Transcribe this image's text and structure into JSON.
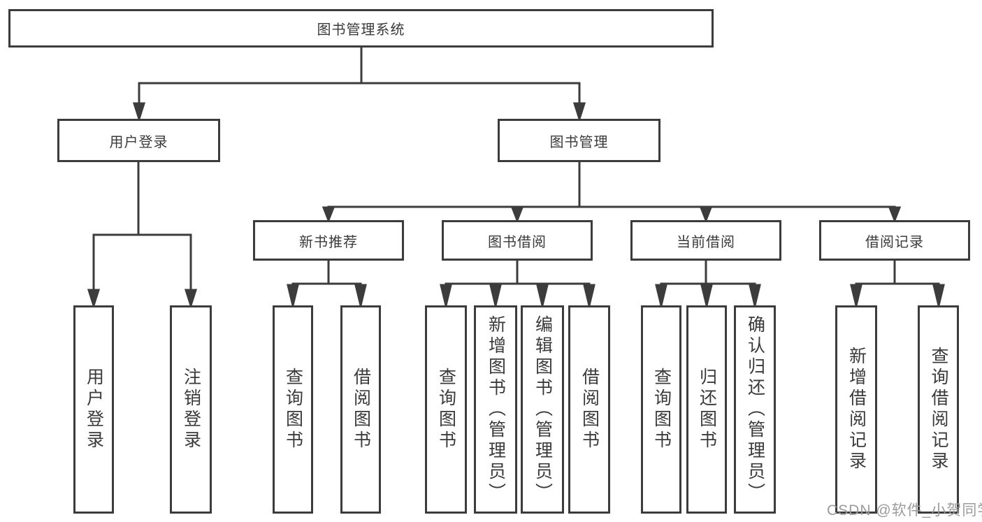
{
  "diagram": {
    "root": {
      "label": "图书管理系统"
    },
    "branches": [
      {
        "label": "用户登录",
        "children": [
          {
            "label": "用户登录"
          },
          {
            "label": "注销登录"
          }
        ]
      },
      {
        "label": "图书管理",
        "groups": [
          {
            "label": "新书推荐",
            "children": [
              {
                "label": "查询图书"
              },
              {
                "label": "借阅图书"
              }
            ]
          },
          {
            "label": "图书借阅",
            "children": [
              {
                "label": "查询图书"
              },
              {
                "label": "新增图书（管理员）"
              },
              {
                "label": "编辑图书（管理员）"
              },
              {
                "label": "借阅图书"
              }
            ]
          },
          {
            "label": "当前借阅",
            "children": [
              {
                "label": "查询图书"
              },
              {
                "label": "归还图书"
              },
              {
                "label": "确认归还（管理员）"
              }
            ]
          },
          {
            "label": "借阅记录",
            "children": [
              {
                "label": "新增借阅记录"
              },
              {
                "label": "查询借阅记录"
              }
            ]
          }
        ]
      }
    ]
  },
  "watermark": {
    "text": "CSDN @软件_小贺同学",
    "color": "#9b9b9b"
  },
  "colors": {
    "line": "#3c3c3c",
    "box_border": "#3c3c3c",
    "text": "#3a3a3a",
    "background": "#ffffff"
  }
}
